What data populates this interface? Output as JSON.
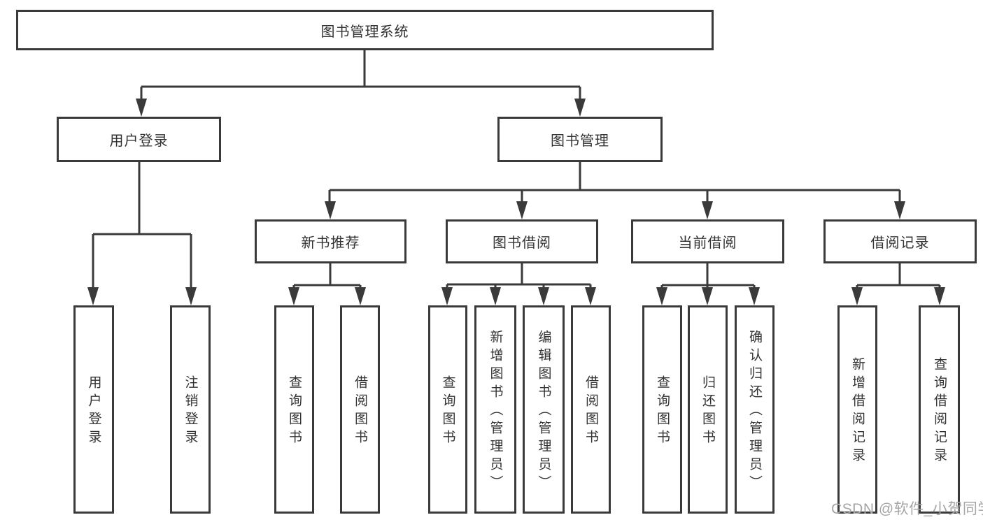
{
  "diagram": {
    "title_note": "functional structure tree of a library management system",
    "root": {
      "label": "图书管理系统"
    },
    "level1": [
      {
        "label": "用户登录"
      },
      {
        "label": "图书管理"
      }
    ],
    "level2": [
      {
        "label": "新书推荐"
      },
      {
        "label": "图书借阅"
      },
      {
        "label": "当前借阅"
      },
      {
        "label": "借阅记录"
      }
    ],
    "leaves": {
      "user_login": [
        {
          "label": "用户登录"
        },
        {
          "label": "注销登录"
        }
      ],
      "new_book": [
        {
          "label": "查询图书"
        },
        {
          "label": "借阅图书"
        }
      ],
      "book_borrow": [
        {
          "label": "查询图书"
        },
        {
          "label": "新增图书（管理员）"
        },
        {
          "label": "编辑图书（管理员）"
        },
        {
          "label": "借阅图书"
        }
      ],
      "current_borrow": [
        {
          "label": "查询图书"
        },
        {
          "label": "归还图书"
        },
        {
          "label": "确认归还（管理员）"
        }
      ],
      "borrow_record": [
        {
          "label": "新增借阅记录"
        },
        {
          "label": "查询借阅记录"
        }
      ]
    },
    "watermark": {
      "text": "CSDN @软件_小贺同学"
    },
    "colors": {
      "line": "#3a3a3a",
      "text": "#333333",
      "background": "#ffffff",
      "watermark": "#a6a6a6"
    }
  }
}
